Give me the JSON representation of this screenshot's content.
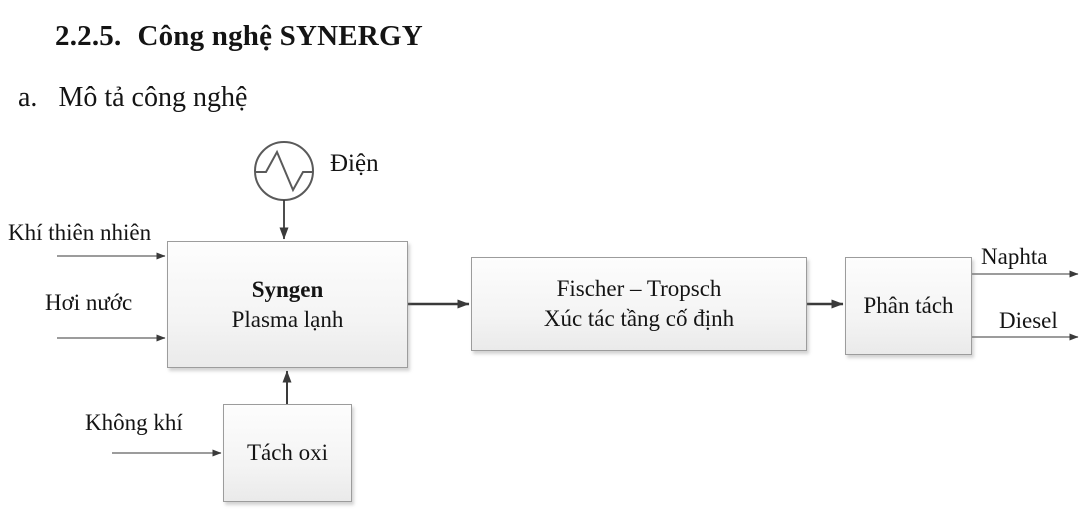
{
  "section": {
    "number": "2.2.5.",
    "title": "Công nghệ SYNERGY"
  },
  "subsection": {
    "marker": "a.",
    "title": "Mô tả công nghệ"
  },
  "diagram": {
    "electricity_label": "Điện",
    "inputs": {
      "natural_gas": "Khí thiên nhiên",
      "steam": "Hơi nước",
      "air": "Không khí"
    },
    "blocks": {
      "syngen": {
        "title": "Syngen",
        "subtitle": "Plasma lạnh"
      },
      "fischer_tropsch": {
        "title": "Fischer – Tropsch",
        "subtitle": "Xúc tác tầng cố định"
      },
      "separation": {
        "title": "Phân tách"
      },
      "oxygen_separation": {
        "title": "Tách oxi"
      }
    },
    "outputs": {
      "naphtha": "Naphta",
      "diesel": "Diesel"
    },
    "colors": {
      "line": "#7b7b7b",
      "arrow": "#3a3a3a",
      "box_border": "#9c9c9c",
      "box_fill_top": "#fdfdfd",
      "box_fill_bottom": "#eaeaea",
      "circle_stroke": "#5a5a5a",
      "text": "#141414"
    }
  }
}
